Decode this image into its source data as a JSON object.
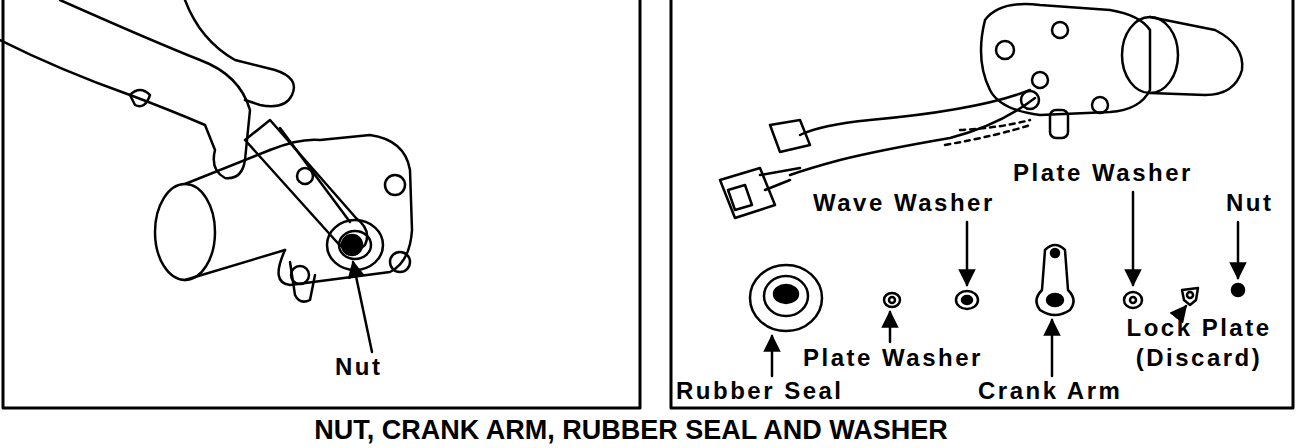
{
  "diagram": {
    "caption": "NUT, CRANK ARM, RUBBER SEAL AND WASHER",
    "labels": [
      "Nut",
      "Plate Washer",
      "Wave Washer",
      "Nut",
      "Rubber Seal",
      "Plate Washer",
      "Crank Arm",
      "Lock Plate (Discard)"
    ]
  }
}
